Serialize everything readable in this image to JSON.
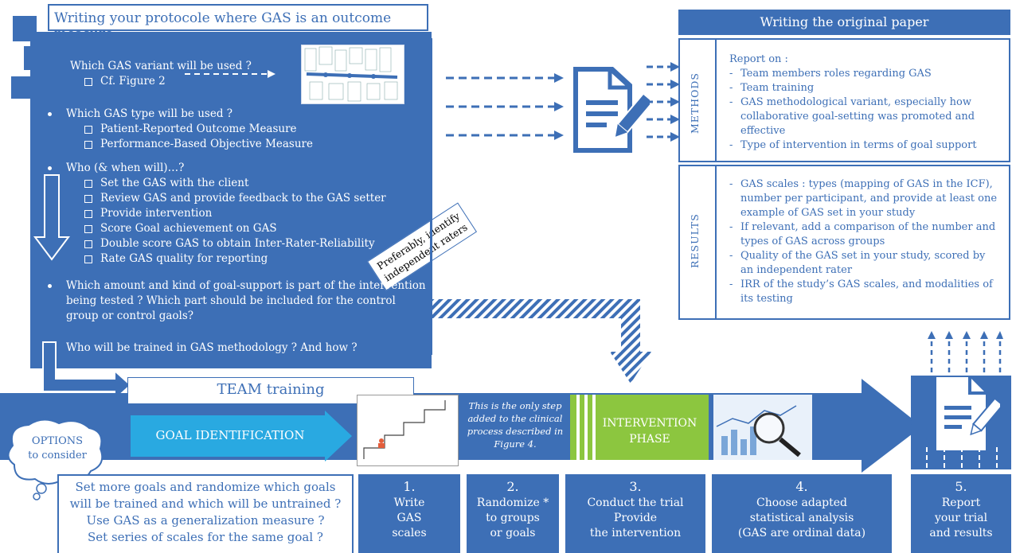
{
  "protocol": {
    "title": "Writing your protocole where GAS is an outcome measure",
    "q1": "Which GAS variant will be used ?",
    "q1_items": [
      "Cf. Figure 2"
    ],
    "q2": "Which GAS type will be used ?",
    "q2_items": [
      "Patient-Reported Outcome Measure",
      "Performance-Based Objective Measure"
    ],
    "q3": "Who (& when will)…?",
    "q3_items": [
      "Set the GAS with the client",
      "Review GAS and provide feedback to the GAS setter",
      "Provide intervention",
      "Score Goal achievement on GAS",
      "Double score GAS to obtain Inter-Rater-Reliability",
      "Rate GAS quality for reporting"
    ],
    "q4_line1": "Which amount and kind of goal-support is part of the intervention",
    "q4_line2": "being tested ? Which part should be included for the control",
    "q4_line3": "group or control gaols?",
    "q5": "Who will be trained in GAS methodology ? And how ?",
    "note_line1": "Preferably, identify",
    "note_line2": "independent raters"
  },
  "paper": {
    "title": "Writing the original paper",
    "methods_label": "METHODS",
    "methods_intro": "Report on :",
    "methods_items": [
      "Team members roles regarding GAS",
      "Team training",
      "GAS methodological variant, especially how collaborative goal-setting was promoted and effective",
      "Type of intervention in terms of goal support"
    ],
    "results_label": "RESULTS",
    "results_items": [
      "GAS scales : types (mapping of GAS in the ICF), number per participant, and provide at least one example of GAS set in your study",
      "If relevant, add a comparison of the number and types of GAS across groups",
      "Quality of the GAS set in your study, scored by an independent rater",
      "IRR of the study’s GAS scales, and modalities of its testing"
    ]
  },
  "flow": {
    "team_training": "TEAM training",
    "goal_identification": "GOAL IDENTIFICATION",
    "only_step_note": "This is the only step added to the clinical process described in Figure 4.",
    "intervention_line1": "INTERVENTION",
    "intervention_line2": "PHASE"
  },
  "options": {
    "bubble_line1": "OPTIONS",
    "bubble_line2": "to consider",
    "lines": [
      "Set more goals and randomize which goals",
      "will be trained and which will be untrained ?",
      "Use GAS as  a generalization measure ?",
      "Set series of scales for the same goal ?"
    ]
  },
  "steps": [
    {
      "num": "1.",
      "lines": [
        "Write",
        "GAS",
        "scales"
      ]
    },
    {
      "num": "2.",
      "lines": [
        "Randomize *",
        "to groups",
        "or goals"
      ]
    },
    {
      "num": "3.",
      "lines": [
        "Conduct the trial",
        "Provide",
        "the intervention"
      ]
    },
    {
      "num": "4.",
      "lines": [
        "Choose adapted",
        "statistical analysis",
        "(GAS are ordinal data)"
      ]
    },
    {
      "num": "5.",
      "lines": [
        "Report",
        "your trial",
        "and results"
      ]
    }
  ],
  "colors": {
    "primary": "#3d6fb6",
    "arrow_light": "#29a9e1",
    "green": "#8cc63f"
  }
}
